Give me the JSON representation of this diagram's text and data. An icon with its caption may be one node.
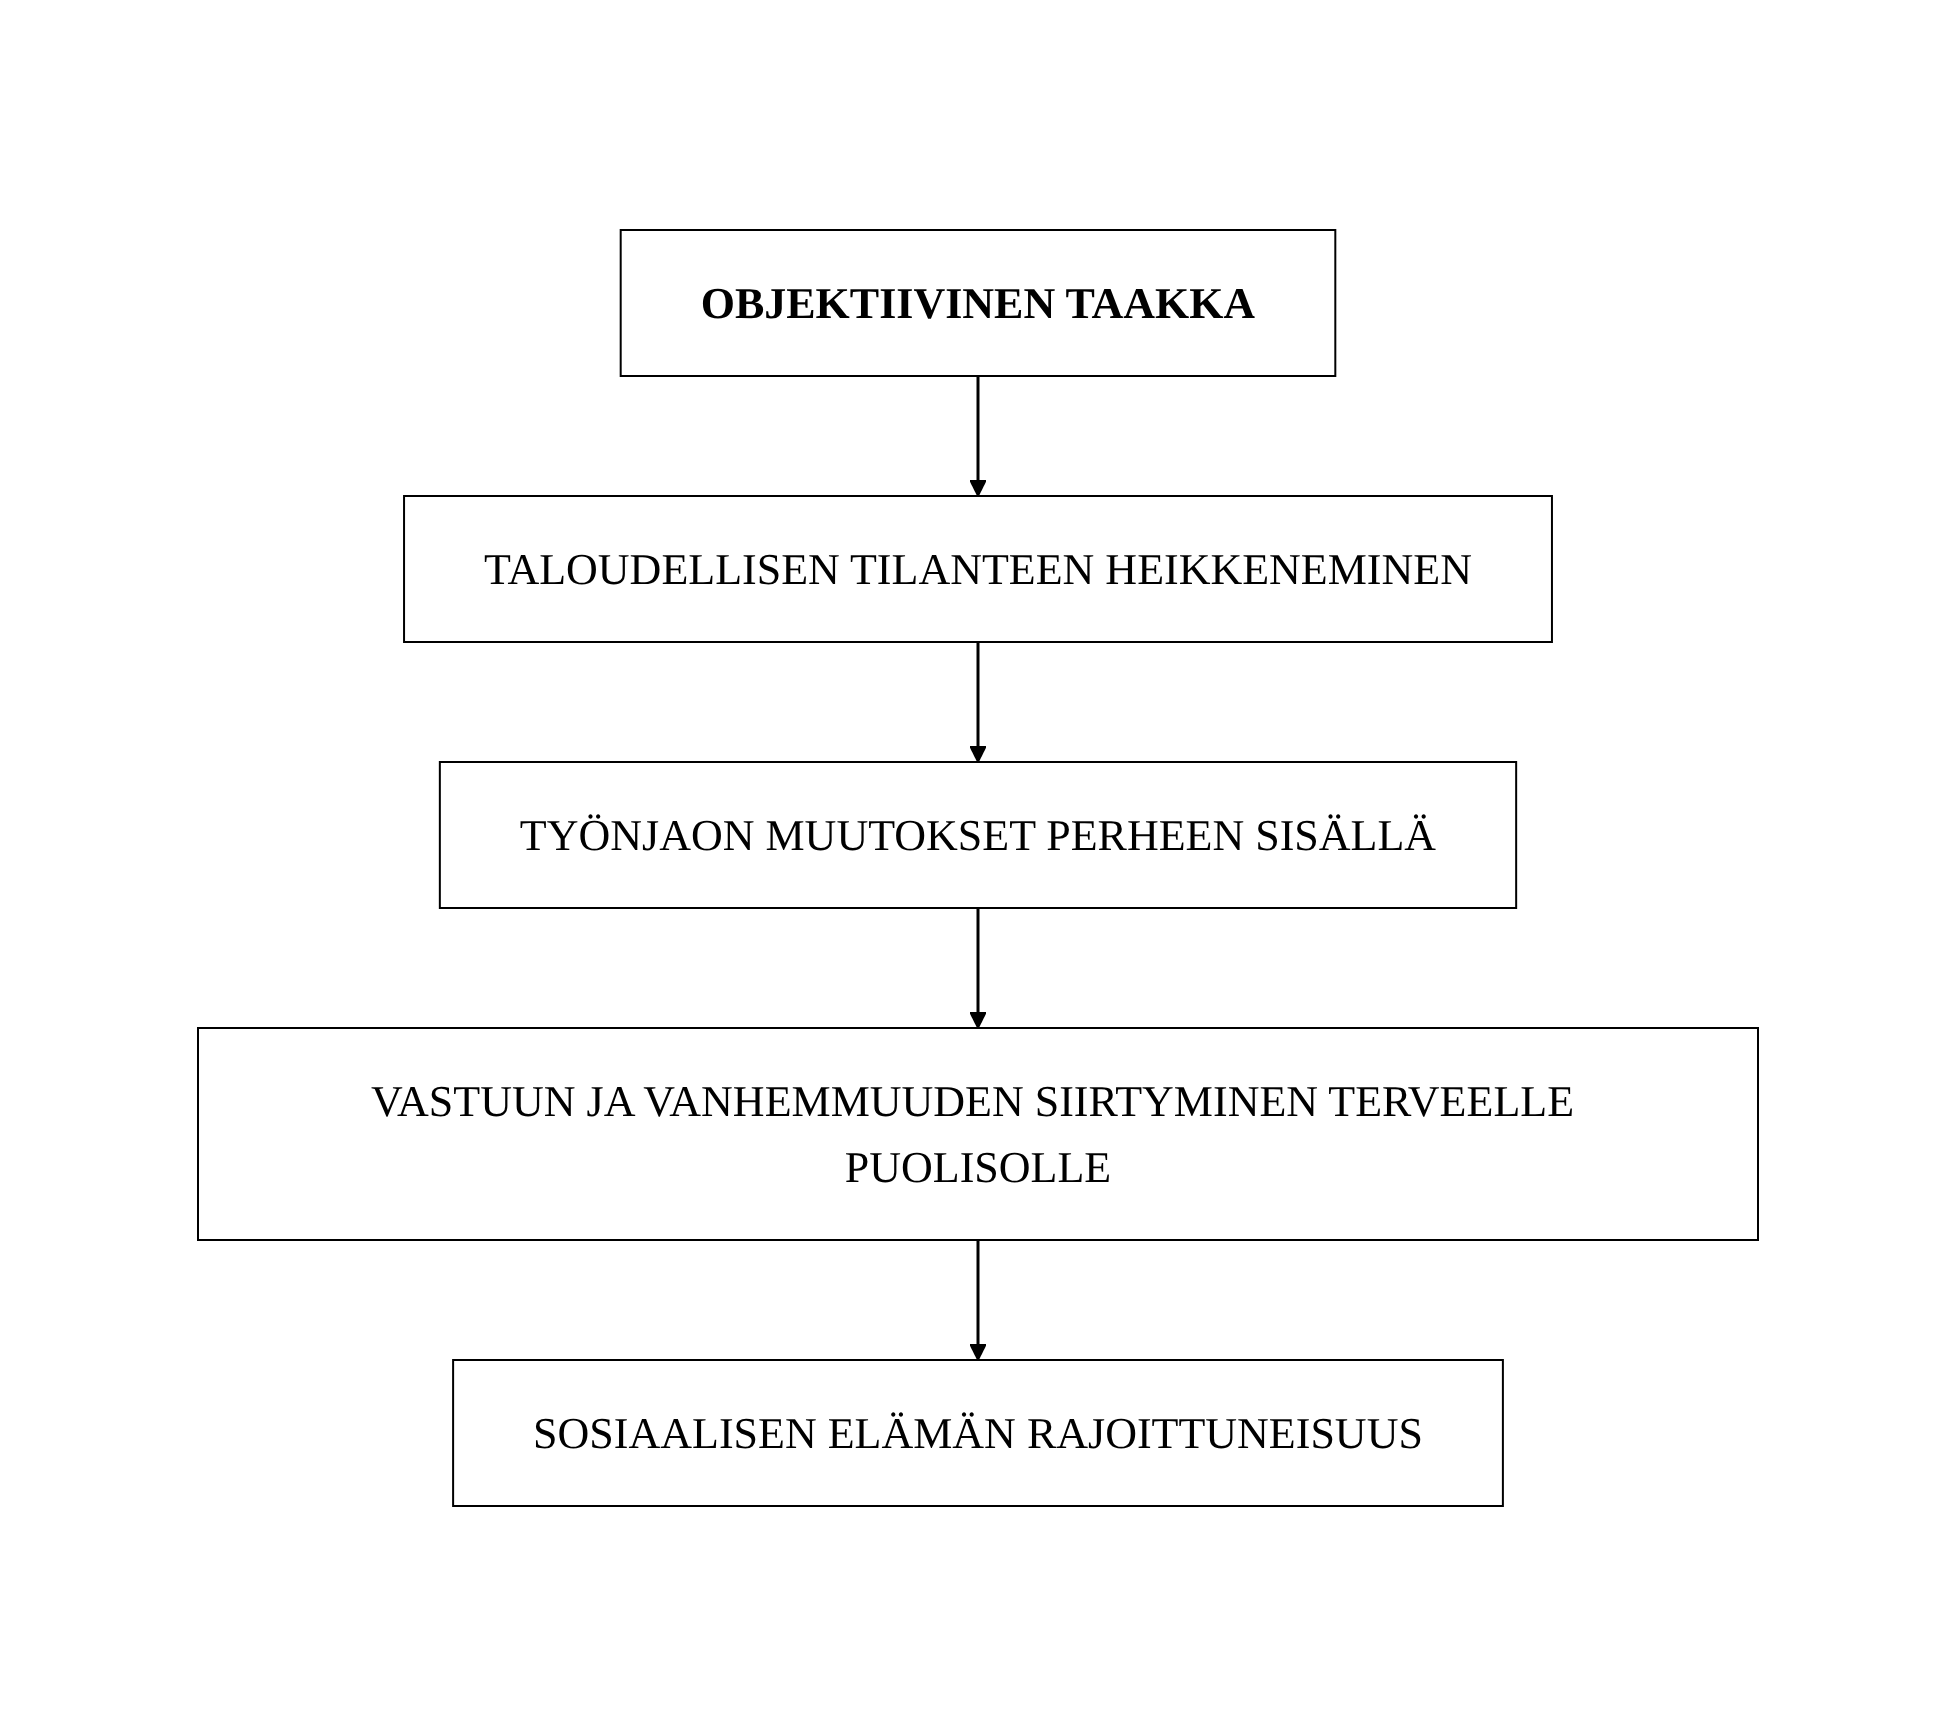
{
  "diagram": {
    "nodes": [
      {
        "text": [
          "OBJEKTIIVINEN TAAKKA"
        ]
      },
      {
        "text": [
          "TALOUDELLISEN TILANTEEN HEIKKENEMINEN"
        ]
      },
      {
        "text": [
          "TYÖNJAON MUUTOKSET PERHEEN SISÄLLÄ"
        ]
      },
      {
        "text": [
          "VASTUUN JA VANHEMMUUDEN SIIRTYMINEN TERVEELLE PUOLISOLLE"
        ]
      },
      {
        "text": [
          "SOSIAALISEN ELÄMÄN RAJOITTUNEISUUS"
        ]
      }
    ],
    "edges": [
      {
        "from": 0,
        "to": 1,
        "arrow": "to"
      },
      {
        "from": 1,
        "to": 2,
        "arrow": "to"
      },
      {
        "from": 2,
        "to": 3,
        "arrow": "to"
      },
      {
        "from": 3,
        "to": 4,
        "arrow": "to"
      }
    ]
  }
}
